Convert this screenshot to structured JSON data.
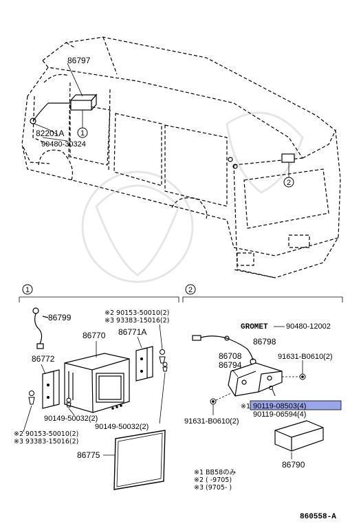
{
  "colors": {
    "ink": "#000000",
    "highlight": "#9aa6e8",
    "watermark": "#e6e6e6"
  },
  "van_labels": {
    "p86797": "86797",
    "p82201a": "82201A",
    "p90480_30324": "90480-30324",
    "callout1": "1",
    "callout2": "2"
  },
  "section1": {
    "marker": "1",
    "p86799": "86799",
    "p86770": "86770",
    "p86771a": "86771A",
    "p86772": "86772",
    "note_a1": "※2 90153-50010(2)",
    "note_a2": "※3 93383-15016(2)",
    "p90149_left": "90149-50032(2)",
    "p90149_right": "90149-50032(2)",
    "note_b1": "※2 90153-50010(2)",
    "note_b2": "※3 93383-15016(2)",
    "p86775": "86775"
  },
  "section2": {
    "marker": "2",
    "gromet_label": "GROMET",
    "gromet_part": "90480-12002",
    "p86798": "86798",
    "p86708": "86708",
    "p86794": "86794",
    "p91631_top": "91631-B0610(2)",
    "p91631_bottom": "91631-B0610(2)",
    "p90119_a": "90119-08503(4)",
    "p90119_a_mark": "※1",
    "p90119_b": "90119-06594(4)",
    "p86790": "86790"
  },
  "footnotes": {
    "f1": "※1 BB58のみ",
    "f2": "※2 (      -9705)",
    "f3": "※3 (9705-      )"
  },
  "diagram_code": "860558-A"
}
